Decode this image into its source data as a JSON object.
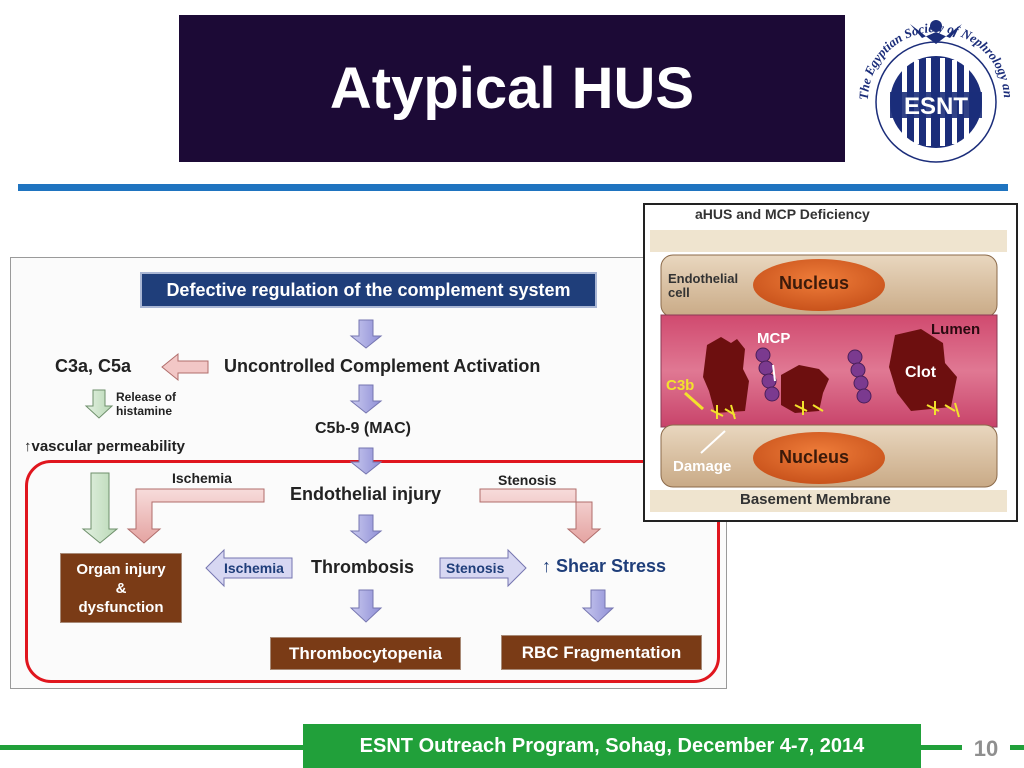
{
  "slide": {
    "title": "Atypical HUS",
    "page_number": "10"
  },
  "logo": {
    "ring_text": "The Egyptian Society of Nephrology and Transplantation",
    "initials": "ESNT"
  },
  "flow": {
    "header": "Defective regulation of the complement system",
    "uncontrolled": "Uncontrolled Complement Activation",
    "c3a_c5a": "C3a, C5a",
    "release_line1": "Release of",
    "release_line2": "histamine",
    "vascular": "↑vascular permeability",
    "mac": "C5b-9 (MAC)",
    "ischemia_top": "Ischemia",
    "endothelial_injury": "Endothelial injury",
    "stenosis_top": "Stenosis",
    "organ_line1": "Organ injury",
    "organ_line2": "&",
    "organ_line3": "dysfunction",
    "ischemia_arrow": "Ischemia",
    "thrombosis": "Thrombosis",
    "stenosis_arrow": "Stenosis",
    "shear_stress": "↑ Shear Stress",
    "thrombocytopenia": "Thrombocytopenia",
    "rbc": "RBC Fragmentation"
  },
  "mcp_figure": {
    "title": "aHUS and MCP Deficiency",
    "endothelial_line1": "Endothelial",
    "endothelial_line2": "cell",
    "nucleus_top": "Nucleus",
    "lumen": "Lumen",
    "mcp": "MCP",
    "c3b": "C3b",
    "clot": "Clot",
    "damage": "Damage",
    "nucleus_bottom": "Nucleus",
    "basement": "Basement Membrane"
  },
  "footer": {
    "text": "ESNT Outreach Program, Sohag, December 4-7, 2014"
  },
  "colors": {
    "title_bg": "#1c0a36",
    "rule_blue": "#1f74c0",
    "footer_green": "#21a03a",
    "frame_red": "#e0161e",
    "navy": "#1f3e7a",
    "brown": "#7a3b16"
  }
}
